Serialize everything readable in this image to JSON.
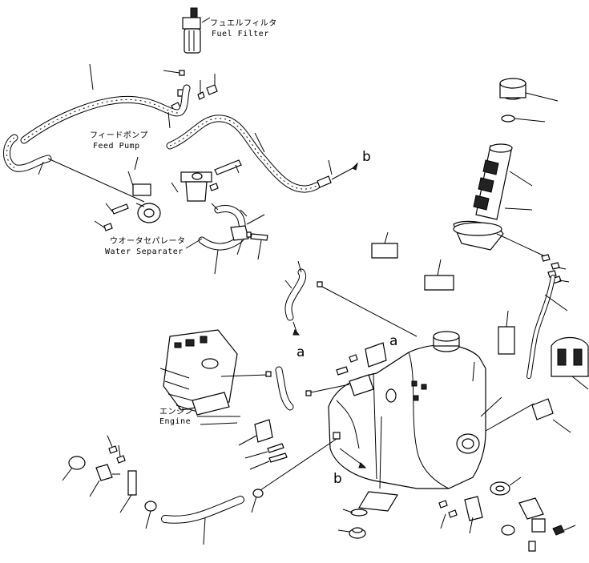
{
  "labels": {
    "fuel_filter_jp": "フュエルフィルタ",
    "fuel_filter_en": "Fuel Filter",
    "feed_pump_jp": "フィードポンプ",
    "feed_pump_en": "Feed Pump",
    "water_sep_jp": "ウオータセパレータ",
    "water_sep_en": "Water Separater",
    "engine_jp": "エンジン",
    "engine_en": "Engine"
  },
  "refs": {
    "b_top": "b",
    "a_left": "a",
    "a_right": "a",
    "b_bottom": "b"
  }
}
